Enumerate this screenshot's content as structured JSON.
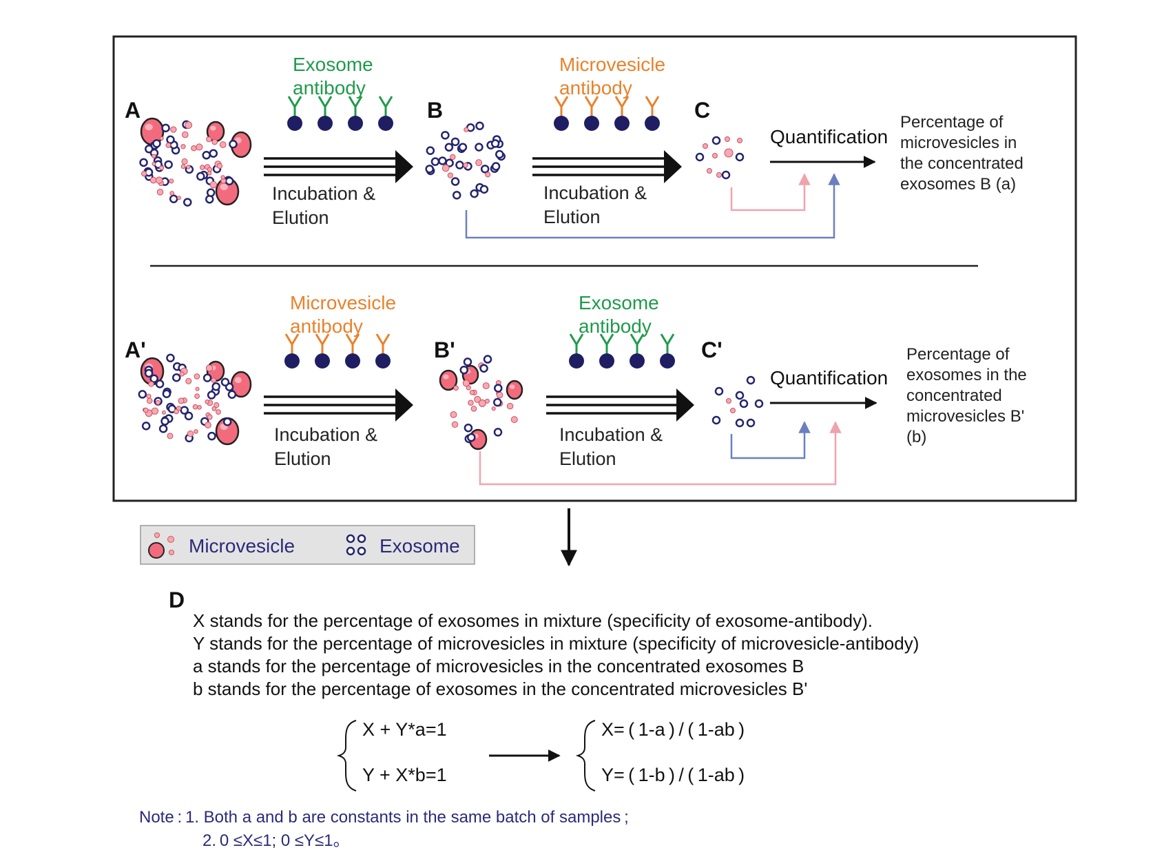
{
  "panel_top": {
    "label_a": "A",
    "label_b": "B",
    "label_c": "C",
    "antibody1": [
      "Exosome",
      "antibody"
    ],
    "antibody2": [
      "Microvesicle",
      "antibody"
    ],
    "step1": [
      "Incubation &",
      "Elution"
    ],
    "step2": [
      "Incubation &",
      "Elution"
    ],
    "quant": "Quantification",
    "result": [
      "Percentage of",
      "microvesicles in",
      "the concentrated",
      "exosomes B (a)"
    ]
  },
  "panel_bottom": {
    "label_a": "A'",
    "label_b": "B'",
    "label_c": "C'",
    "antibody1": [
      "Microvesicle",
      "antibody"
    ],
    "antibody2": [
      "Exosome",
      "antibody"
    ],
    "step1": [
      "Incubation &",
      "Elution"
    ],
    "step2": [
      "Incubation &",
      "Elution"
    ],
    "quant": "Quantification",
    "result": [
      "Percentage of",
      "exosomes in the",
      "concentrated",
      "microvesicles B'",
      "(b)"
    ]
  },
  "legend": {
    "microvesicle": "Microvesicle",
    "exosome": "Exosome"
  },
  "section_d": {
    "label": "D",
    "lines": [
      "X stands for the percentage of exosomes in mixture (specificity of exosome-antibody).",
      "Y stands for the percentage of microvesicles in mixture (specificity of microvesicle-antibody)",
      "a stands for the percentage of microvesicles in the concentrated exosomes B",
      "b stands for the percentage of exosomes in the concentrated microvesicles B'"
    ],
    "eq_left": [
      "X + Y*a=1",
      "Y + X*b=1"
    ],
    "eq_right": [
      "X= ( 1-a ) / ( 1-ab )",
      "Y= ( 1-b ) / ( 1-ab )"
    ],
    "note": [
      "Note : 1. Both a and b are constants in the same batch of samples ;",
      "2. 0 ≤X≤1; 0 ≤Y≤1。"
    ]
  },
  "colors": {
    "exosome_antibody": "#1f9a4b",
    "microvesicle_antibody": "#e8822c",
    "microvesicle_fill": "#f26b7d",
    "exosome_stroke": "#23236e",
    "blue_connector": "#6b7fc0",
    "pink_connector": "#f0a3ad",
    "legend_text": "#2b2a7a",
    "note_text": "#2b2a7a",
    "legend_bg": "#e3e3e3"
  }
}
